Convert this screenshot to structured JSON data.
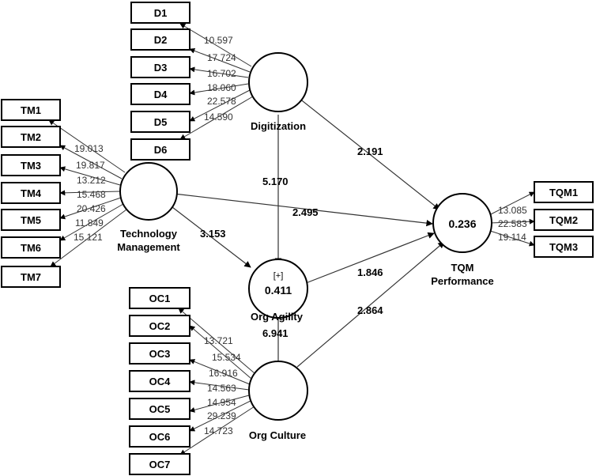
{
  "constructs": {
    "digitization": {
      "name": "Digitization",
      "value": ""
    },
    "tech": {
      "name_line1": "Technology",
      "name_line2": "Management",
      "value": ""
    },
    "agility": {
      "name": "Org Agility",
      "value": "0.411",
      "tag": "[+]"
    },
    "culture": {
      "name": "Org Culture",
      "value": ""
    },
    "tqm": {
      "name_line1": "TQM",
      "name_line2": "Performance",
      "value": "0.236"
    }
  },
  "indicators": {
    "D": [
      "D1",
      "D2",
      "D3",
      "D4",
      "D5",
      "D6"
    ],
    "TM": [
      "TM1",
      "TM2",
      "TM3",
      "TM4",
      "TM5",
      "TM6",
      "TM7"
    ],
    "OC": [
      "OC1",
      "OC2",
      "OC3",
      "OC4",
      "OC5",
      "OC6",
      "OC7"
    ],
    "TQM": [
      "TQM1",
      "TQM2",
      "TQM3"
    ]
  },
  "loadings": {
    "D": [
      "10.597",
      "17.724",
      "16.702",
      "18.060",
      "22.578",
      "14.590"
    ],
    "TM": [
      "19.013",
      "19.817",
      "13.212",
      "15.468",
      "20.426",
      "11.849",
      "15.121"
    ],
    "OC": [
      "13.721",
      "15.534",
      "16.916",
      "14.563",
      "14.954",
      "29.239",
      "14.723"
    ],
    "TQM": [
      "13.085",
      "22.583",
      "19.114"
    ]
  },
  "paths": {
    "dig_tqm": "2.191",
    "dig_agility": "5.170",
    "tech_tqm": "2.495",
    "tech_agility": "3.153",
    "agility_tqm": "1.846",
    "culture_tqm": "2.864",
    "culture_agility": "6.941"
  }
}
